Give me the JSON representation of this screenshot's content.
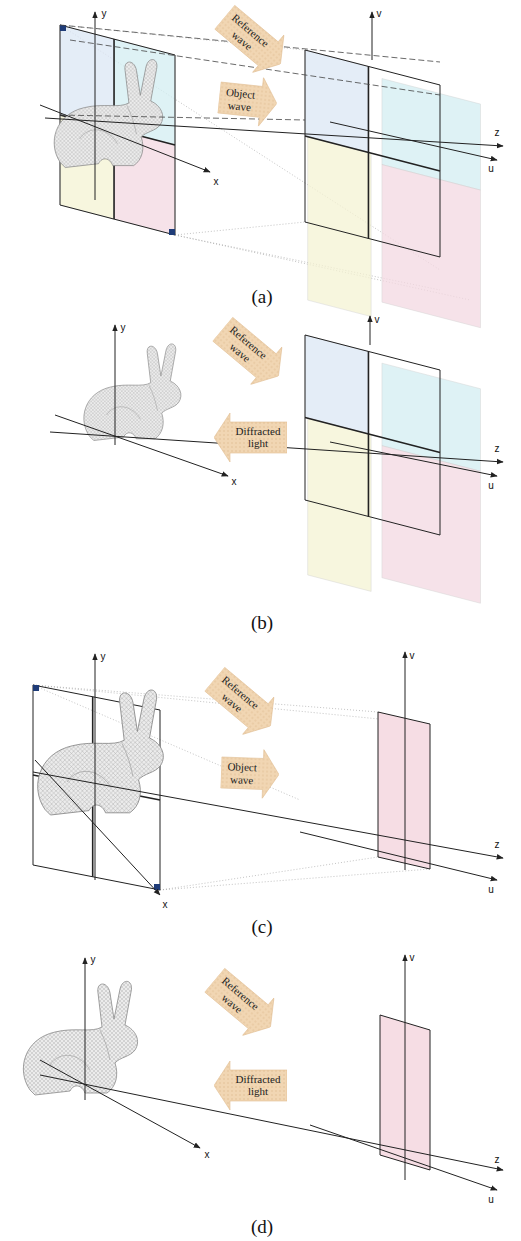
{
  "diagram": {
    "nodes": [
      {
        "text": [
          "Reference wave"
        ]
      },
      {
        "text": [
          "Object wave"
        ]
      },
      {
        "text": [
          "Reference wave"
        ]
      },
      {
        "text": [
          "Diffracted light"
        ]
      },
      {
        "text": [
          "Reference wave"
        ]
      },
      {
        "text": [
          "Object wave"
        ]
      },
      {
        "text": [
          "Reference wave"
        ]
      },
      {
        "text": [
          "Diffracted light"
        ]
      }
    ],
    "labels": [
      "y",
      "x",
      "v",
      "z",
      "u",
      "(a)",
      "y",
      "x",
      "v",
      "z",
      "u",
      "(b)",
      "y",
      "x",
      "v",
      "z",
      "u",
      "(c)",
      "y",
      "x",
      "v",
      "z",
      "u",
      "(d)"
    ]
  }
}
